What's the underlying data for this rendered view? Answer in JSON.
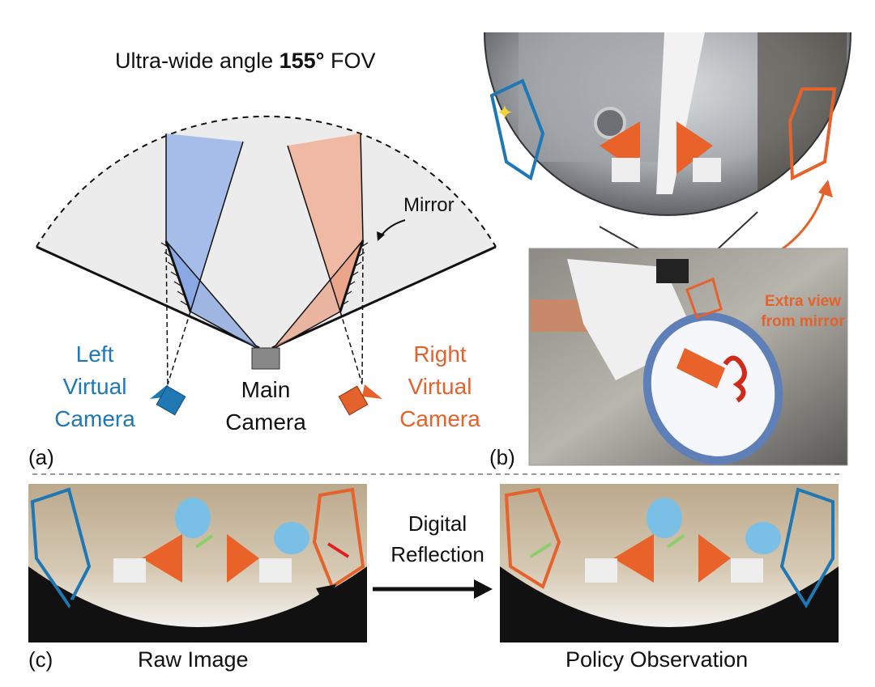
{
  "panel_a": {
    "label": "(a)",
    "title_prefix": "Ultra-wide angle ",
    "title_bold": "155°",
    "title_suffix": " FOV",
    "mirror_label": "Mirror",
    "left_camera": [
      "Left",
      "Virtual",
      "Camera"
    ],
    "main_camera": [
      "Main",
      "Camera"
    ],
    "right_camera": [
      "Right",
      "Virtual",
      "Camera"
    ]
  },
  "panel_b": {
    "label": "(b)",
    "annotation": [
      "Extra view",
      "from mirror"
    ]
  },
  "panel_c": {
    "label": "(c)",
    "arrow_label": [
      "Digital",
      "Reflection"
    ],
    "raw_caption": "Raw Image",
    "policy_caption": "Policy Observation"
  },
  "colors": {
    "blue": "#1f78b4",
    "orange": "#e4622c",
    "fov_fill": "#ececec",
    "blue_beam": "#9fb8ea",
    "orange_beam": "#efb49c"
  }
}
